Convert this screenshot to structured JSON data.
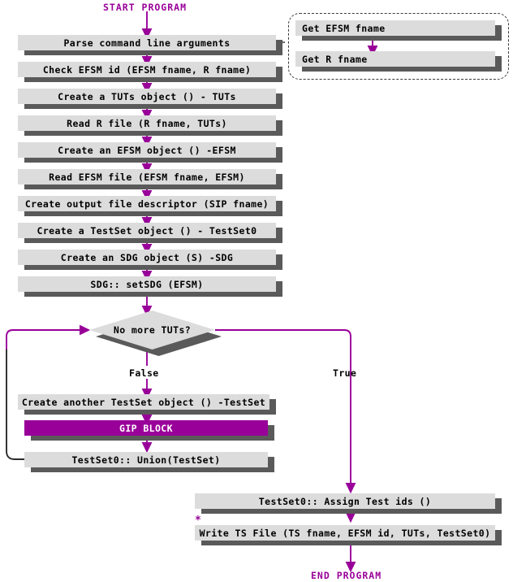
{
  "diagram": {
    "title_start": "START PROGRAM",
    "title_end": "END PROGRAM",
    "accent_color": "#990099",
    "box_fill": "#dcdcdc",
    "box_shadow": "#5a5a5a",
    "asterisk": "*",
    "edge_labels": {
      "false": "False",
      "true": "True"
    },
    "main_steps": [
      {
        "id": "parse-command-line",
        "label": "Parse command line arguments"
      },
      {
        "id": "check-efsm-id",
        "label": "Check EFSM id (EFSM fname, R fname)"
      },
      {
        "id": "create-tuts-object",
        "label": "Create a TUTs object () - TUTs"
      },
      {
        "id": "read-r-file",
        "label": "Read R file (R fname, TUTs)"
      },
      {
        "id": "create-efsm-object",
        "label": "Create an EFSM object () -EFSM"
      },
      {
        "id": "read-efsm-file",
        "label": "Read EFSM file (EFSM fname, EFSM)"
      },
      {
        "id": "create-output-file-descriptor",
        "label": "Create output file descriptor (SIP fname)"
      },
      {
        "id": "create-testset-object",
        "label": "Create a TestSet object () - TestSet0"
      },
      {
        "id": "create-sdg-object",
        "label": "Create an SDG object (S) -SDG"
      },
      {
        "id": "sdg-setsdg",
        "label": "SDG:: setSDG (EFSM)"
      }
    ],
    "subgroup": {
      "name": "get-fnames-group",
      "steps": [
        {
          "id": "get-efsm-fname",
          "label": "Get EFSM fname"
        },
        {
          "id": "get-r-fname",
          "label": "Get R fname"
        }
      ]
    },
    "decision": {
      "id": "no-more-tuts",
      "label": "No more TUTs?"
    },
    "false_branch": [
      {
        "id": "create-another-testset",
        "label": "Create another TestSet object () -TestSet"
      },
      {
        "id": "gip-block",
        "label": "GIP BLOCK",
        "highlight": true
      },
      {
        "id": "testset0-union",
        "label": "TestSet0:: Union(TestSet)"
      }
    ],
    "true_branch": [
      {
        "id": "assign-test-ids",
        "label": "TestSet0:: Assign Test ids ()"
      },
      {
        "id": "write-ts-file",
        "label": "Write TS File (TS fname, EFSM id, TUTs, TestSet0)"
      }
    ]
  }
}
